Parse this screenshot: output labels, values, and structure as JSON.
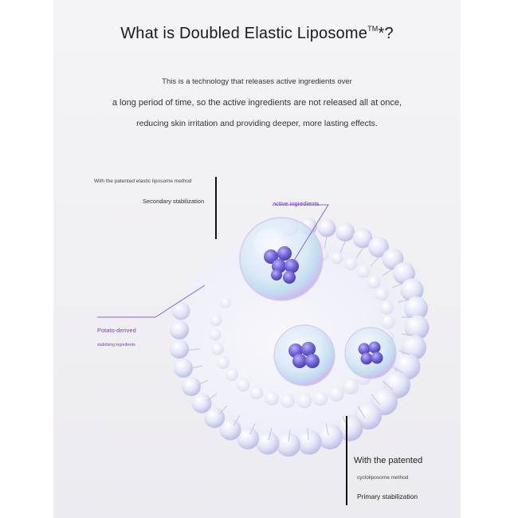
{
  "heading": {
    "title": "What is Doubled Elastic Liposome",
    "title_mark": "TM",
    "title_suffix": "*?"
  },
  "description": {
    "line1": "This is a technology that releases active ingredients over",
    "line2": "a long period of time, so the active ingredients are not released all at once,",
    "line3": "reducing skin irritation and providing deeper, more lasting effects."
  },
  "labels": {
    "elastic_method": "With the patented elastic liposome method",
    "secondary": "Secondary stabilization",
    "active": "active ingredients",
    "potato": "Potato-derived",
    "stabilizing": "stabilizing ingredients",
    "cyclo_with": "With the patented",
    "cyclo_method": "cycloliposome method",
    "primary": "Primary stabilization"
  },
  "colors": {
    "accent_purple": "#7a3fc7",
    "bead_lavender": "#cfd2ec",
    "core_violet": "#6f5fd6"
  }
}
